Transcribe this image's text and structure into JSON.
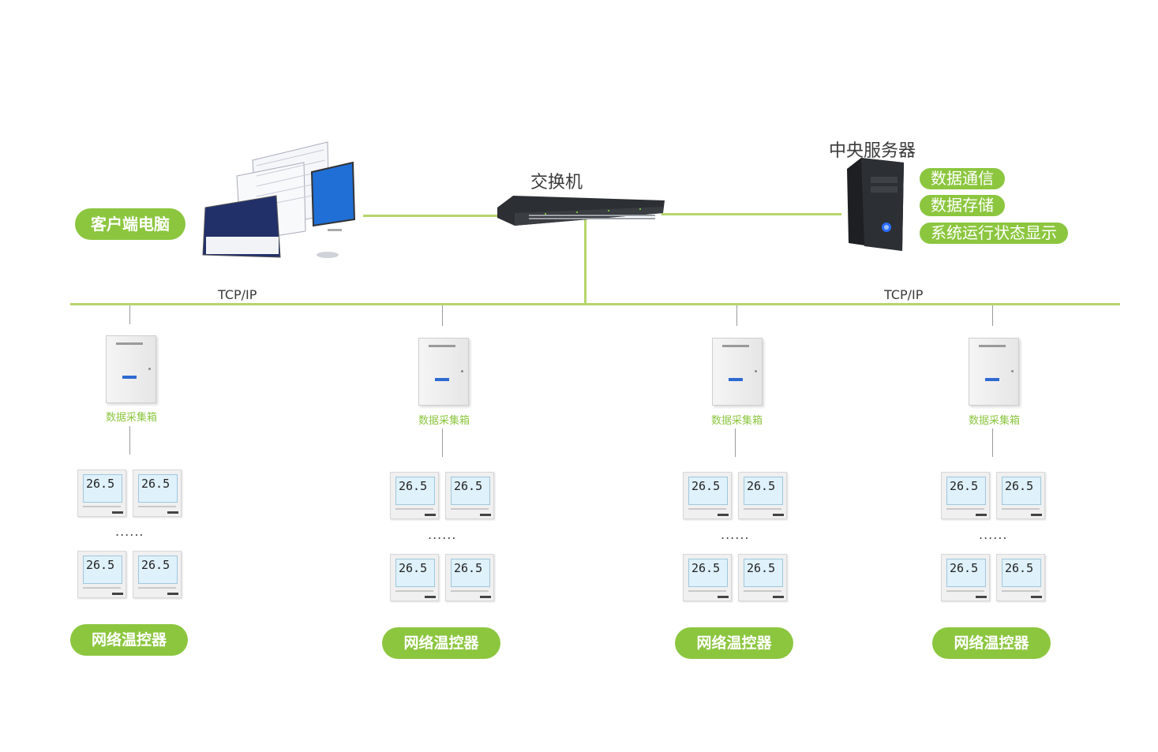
{
  "labels": {
    "client_pc": "客户端电脑",
    "switch": "交换机",
    "server": "中央服务器",
    "tcp_left": "TCP/IP",
    "tcp_right": "TCP/IP",
    "collector": "数据采集箱",
    "thermostat_group": "网络温控器",
    "ellipsis": "......",
    "thermo_reading": "26.5"
  },
  "server_functions": [
    "数据通信",
    "数据存储",
    "系统运行状态显示"
  ],
  "colors": {
    "accent": "#8cc63f",
    "line": "#b5d56a"
  }
}
